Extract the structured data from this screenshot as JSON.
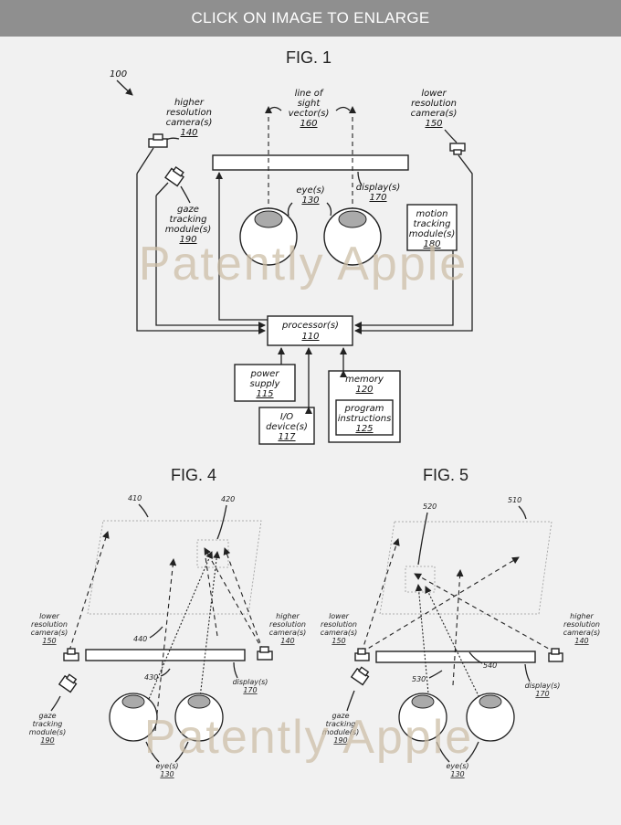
{
  "banner": {
    "text": "CLICK ON IMAGE TO ENLARGE"
  },
  "watermark": {
    "text": "Patently Apple"
  },
  "fig1": {
    "title": "FIG. 1",
    "ref": "100",
    "higher_cam": {
      "l1": "higher",
      "l2": "resolution",
      "l3": "camera(s)",
      "num": "140"
    },
    "line_of_sight": {
      "l1": "line of",
      "l2": "sight",
      "l3": "vector(s)",
      "num": "160"
    },
    "lower_cam": {
      "l1": "lower",
      "l2": "resolution",
      "l3": "camera(s)",
      "num": "150"
    },
    "gaze": {
      "l1": "gaze",
      "l2": "tracking",
      "l3": "module(s)",
      "num": "190"
    },
    "eye": {
      "l1": "eye(s)",
      "num": "130"
    },
    "display": {
      "l1": "display(s)",
      "num": "170"
    },
    "motion": {
      "l1": "motion",
      "l2": "tracking",
      "l3": "module(s)",
      "num": "180"
    },
    "processor": {
      "l1": "processor(s)",
      "num": "110"
    },
    "power": {
      "l1": "power",
      "l2": "supply",
      "num": "115"
    },
    "io": {
      "l1": "I/O",
      "l2": "device(s)",
      "num": "117"
    },
    "memory": {
      "l1": "memory",
      "num": "120"
    },
    "program": {
      "l1": "program",
      "l2": "instructions",
      "num": "125"
    }
  },
  "fig4": {
    "title": "FIG. 4",
    "ref_plane": "410",
    "ref_region": "420",
    "ref_440": "440",
    "ref_430": "430",
    "lower_cam": {
      "l1": "lower",
      "l2": "resolution",
      "l3": "camera(s)",
      "num": "150"
    },
    "higher_cam": {
      "l1": "higher",
      "l2": "resolution",
      "l3": "camera(s)",
      "num": "140"
    },
    "display": {
      "l1": "display(s)",
      "num": "170"
    },
    "gaze": {
      "l1": "gaze",
      "l2": "tracking",
      "l3": "module(s)",
      "num": "190"
    },
    "eye": {
      "l1": "eye(s)",
      "num": "130"
    }
  },
  "fig5": {
    "title": "FIG. 5",
    "ref_region": "520",
    "ref_plane": "510",
    "ref_540": "540",
    "ref_530": "530",
    "lower_cam": {
      "l1": "lower",
      "l2": "resolution",
      "l3": "camera(s)",
      "num": "150"
    },
    "higher_cam": {
      "l1": "higher",
      "l2": "resolution",
      "l3": "camera(s)",
      "num": "140"
    },
    "display": {
      "l1": "display(s)",
      "num": "170"
    },
    "gaze": {
      "l1": "gaze",
      "l2": "tracking",
      "l3": "module(s)",
      "num": "190"
    },
    "eye": {
      "l1": "eye(s)",
      "num": "130"
    }
  }
}
